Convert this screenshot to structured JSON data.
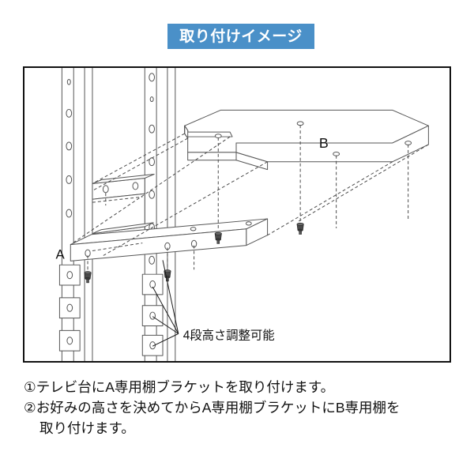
{
  "header": {
    "banner_label": "取り付けイメージ",
    "banner_color": "#4a90c8",
    "banner_text_color": "#ffffff"
  },
  "diagram": {
    "border_color": "#111111",
    "background": "#ffffff",
    "line_color": "#555555",
    "labels": {
      "bracket_label": "A",
      "shelf_label": "B",
      "adjust_note": "4段高さ調整可能"
    },
    "parts": [
      {
        "id": "A",
        "name": "A専用棚ブラケット"
      },
      {
        "id": "B",
        "name": "B専用棚"
      }
    ],
    "hardware": {
      "screw_count": 4,
      "adjustment_steps": 4
    }
  },
  "instructions": {
    "lines": [
      "①テレビ台にA専用棚ブラケットを取り付けます。",
      "②お好みの高さを決めてからA専用棚ブラケットにB専用棚を",
      "取り付けます。"
    ]
  }
}
